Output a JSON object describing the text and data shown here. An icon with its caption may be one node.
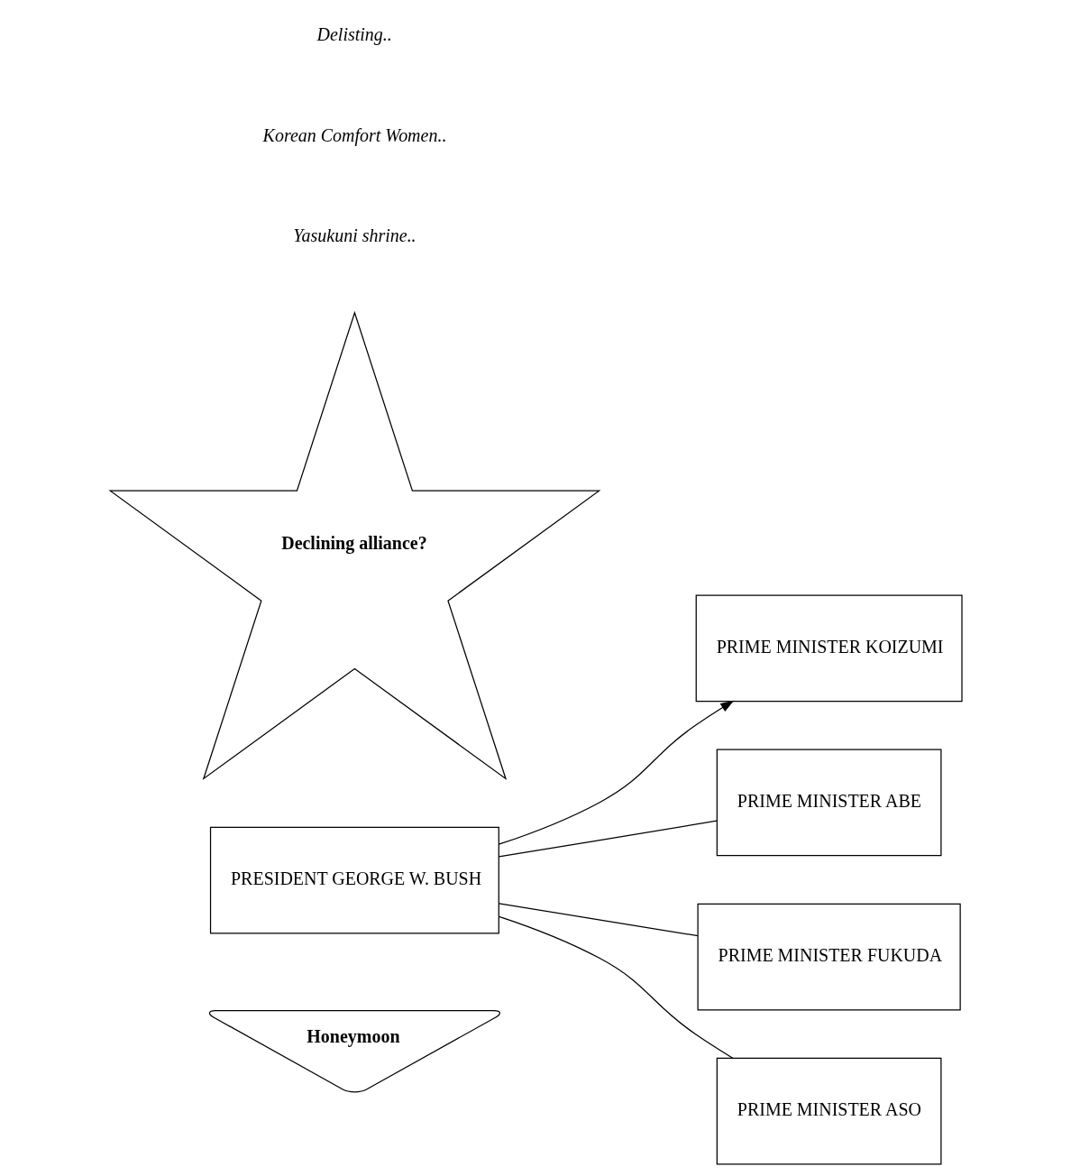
{
  "diagram": {
    "nodes": [
      {
        "text": [
          "Honeymoon"
        ]
      },
      {
        "text": [
          "PRESIDENT GEORGE W. BUSH"
        ]
      },
      {
        "text": [
          "PRIME MINISTER KOIZUMI"
        ]
      },
      {
        "text": [
          "PRIME MINISTER ABE"
        ]
      },
      {
        "text": [
          "PRIME MINISTER FUKUDA"
        ]
      },
      {
        "text": [
          "PRIME MINISTER ASO"
        ]
      },
      {
        "text": [
          "Declining alliance?"
        ]
      }
    ],
    "edges": [
      {
        "from": 1,
        "to": 2,
        "arrow": "to"
      },
      {
        "from": 1,
        "to": 3,
        "arrow": "none"
      },
      {
        "from": 1,
        "to": 4,
        "arrow": "none"
      },
      {
        "from": 1,
        "to": 5,
        "arrow": "none"
      }
    ],
    "labels": [
      "Yasukuni shrine..",
      "Korean Comfort Women..",
      "Delisting.."
    ]
  }
}
